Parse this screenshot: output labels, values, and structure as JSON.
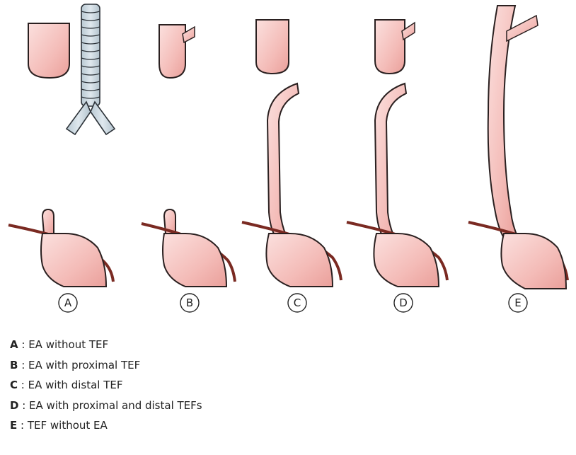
{
  "panels": [
    {
      "letter": "A",
      "caption": "EA without TEF"
    },
    {
      "letter": "B",
      "caption": "EA with proximal TEF"
    },
    {
      "letter": "C",
      "caption": "EA with distal TEF"
    },
    {
      "letter": "D",
      "caption": "EA with proximal and distal TEFs"
    },
    {
      "letter": "E",
      "caption": "TEF without EA"
    }
  ],
  "legend_separator": " : ",
  "colors": {
    "esophagus_fill": "#f6c6c3",
    "esophagus_stroke": "#2a2020",
    "trachea_fill": "#cfdce4",
    "trachea_stroke": "#2c3238",
    "diaphragm": "#7a2a22"
  }
}
